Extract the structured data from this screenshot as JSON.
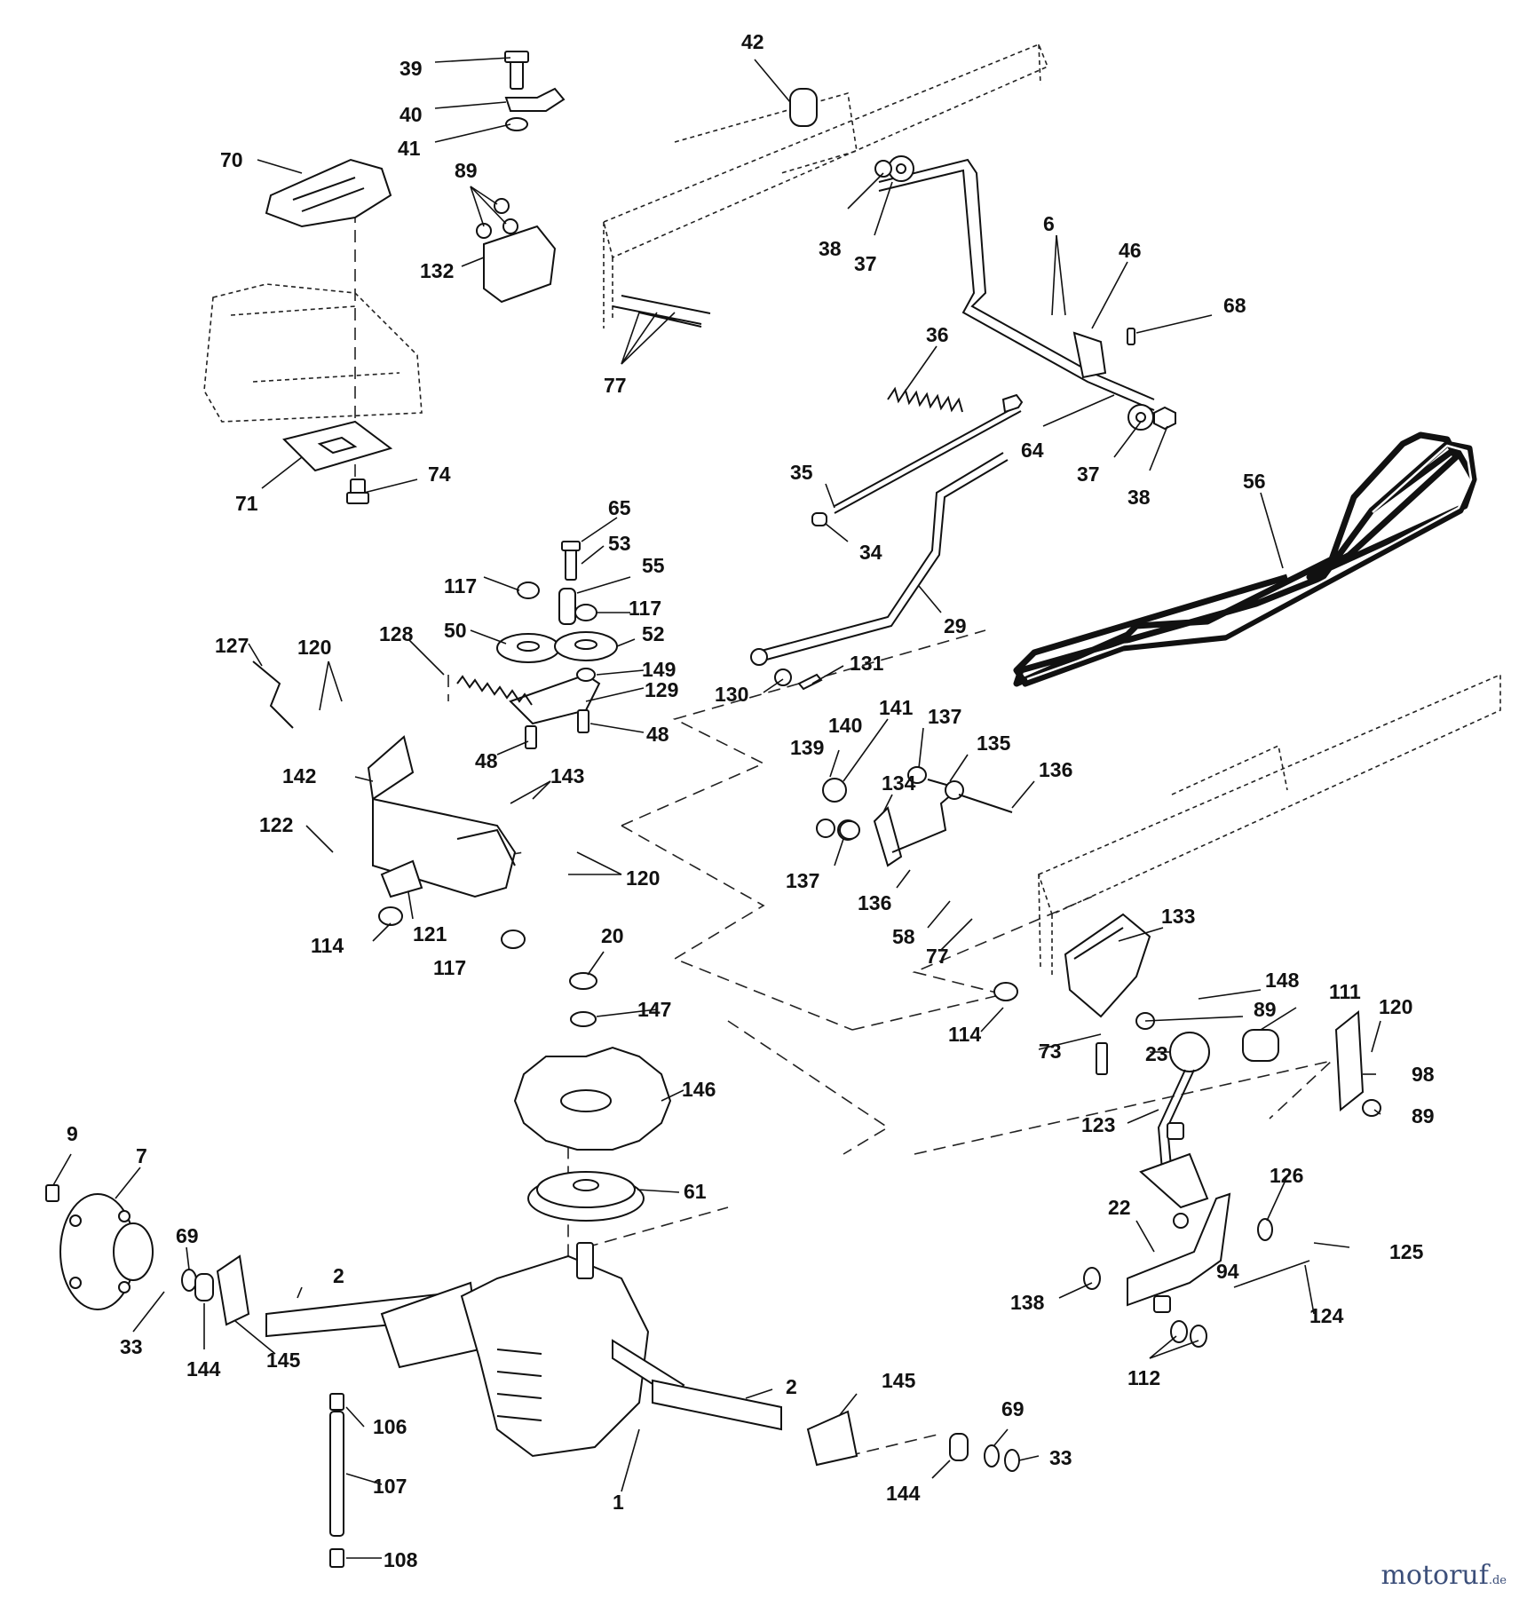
{
  "watermark": {
    "brand": "motoruf",
    "tld": ".de"
  },
  "labels": [
    {
      "id": "p42",
      "text": "42"
    },
    {
      "id": "p39",
      "text": "39"
    },
    {
      "id": "p40",
      "text": "40"
    },
    {
      "id": "p41",
      "text": "41"
    },
    {
      "id": "p70",
      "text": "70"
    },
    {
      "id": "p89a",
      "text": "89"
    },
    {
      "id": "p132",
      "text": "132"
    },
    {
      "id": "p77a",
      "text": "77"
    },
    {
      "id": "p38a",
      "text": "38"
    },
    {
      "id": "p37a",
      "text": "37"
    },
    {
      "id": "p6",
      "text": "6"
    },
    {
      "id": "p46",
      "text": "46"
    },
    {
      "id": "p68",
      "text": "68"
    },
    {
      "id": "p36",
      "text": "36"
    },
    {
      "id": "p64",
      "text": "64"
    },
    {
      "id": "p37b",
      "text": "37"
    },
    {
      "id": "p38b",
      "text": "38"
    },
    {
      "id": "p56",
      "text": "56"
    },
    {
      "id": "p35",
      "text": "35"
    },
    {
      "id": "p34",
      "text": "34"
    },
    {
      "id": "p29",
      "text": "29"
    },
    {
      "id": "p71",
      "text": "71"
    },
    {
      "id": "p74",
      "text": "74"
    },
    {
      "id": "p65",
      "text": "65"
    },
    {
      "id": "p53",
      "text": "53"
    },
    {
      "id": "p55",
      "text": "55"
    },
    {
      "id": "p117a",
      "text": "117"
    },
    {
      "id": "p117b",
      "text": "117"
    },
    {
      "id": "p50",
      "text": "50"
    },
    {
      "id": "p52",
      "text": "52"
    },
    {
      "id": "p127",
      "text": "127"
    },
    {
      "id": "p120a",
      "text": "120"
    },
    {
      "id": "p128",
      "text": "128"
    },
    {
      "id": "p149",
      "text": "149"
    },
    {
      "id": "p129",
      "text": "129"
    },
    {
      "id": "p48a",
      "text": "48"
    },
    {
      "id": "p48b",
      "text": "48"
    },
    {
      "id": "p142",
      "text": "142"
    },
    {
      "id": "p143",
      "text": "143"
    },
    {
      "id": "p122",
      "text": "122"
    },
    {
      "id": "p120b",
      "text": "120"
    },
    {
      "id": "p114a",
      "text": "114"
    },
    {
      "id": "p121",
      "text": "121"
    },
    {
      "id": "p117c",
      "text": "117"
    },
    {
      "id": "p130",
      "text": "130"
    },
    {
      "id": "p131",
      "text": "131"
    },
    {
      "id": "p141",
      "text": "141"
    },
    {
      "id": "p140",
      "text": "140"
    },
    {
      "id": "p139",
      "text": "139"
    },
    {
      "id": "p137a",
      "text": "137"
    },
    {
      "id": "p135",
      "text": "135"
    },
    {
      "id": "p134",
      "text": "134"
    },
    {
      "id": "p136a",
      "text": "136"
    },
    {
      "id": "p137b",
      "text": "137"
    },
    {
      "id": "p136b",
      "text": "136"
    },
    {
      "id": "p58",
      "text": "58"
    },
    {
      "id": "p77b",
      "text": "77"
    },
    {
      "id": "p133",
      "text": "133"
    },
    {
      "id": "p148",
      "text": "148"
    },
    {
      "id": "p111",
      "text": "111"
    },
    {
      "id": "p89b",
      "text": "89"
    },
    {
      "id": "p120c",
      "text": "120"
    },
    {
      "id": "p114b",
      "text": "114"
    },
    {
      "id": "p73",
      "text": "73"
    },
    {
      "id": "p23",
      "text": "23"
    },
    {
      "id": "p98",
      "text": "98"
    },
    {
      "id": "p89c",
      "text": "89"
    },
    {
      "id": "p20",
      "text": "20"
    },
    {
      "id": "p147",
      "text": "147"
    },
    {
      "id": "p146",
      "text": "146"
    },
    {
      "id": "p61",
      "text": "61"
    },
    {
      "id": "p123",
      "text": "123"
    },
    {
      "id": "p126",
      "text": "126"
    },
    {
      "id": "p22",
      "text": "22"
    },
    {
      "id": "p125",
      "text": "125"
    },
    {
      "id": "p94",
      "text": "94"
    },
    {
      "id": "p124",
      "text": "124"
    },
    {
      "id": "p138",
      "text": "138"
    },
    {
      "id": "p112",
      "text": "112"
    },
    {
      "id": "p9",
      "text": "9"
    },
    {
      "id": "p7",
      "text": "7"
    },
    {
      "id": "p69a",
      "text": "69"
    },
    {
      "id": "p2a",
      "text": "2"
    },
    {
      "id": "p33a",
      "text": "33"
    },
    {
      "id": "p144a",
      "text": "144"
    },
    {
      "id": "p145a",
      "text": "145"
    },
    {
      "id": "p2b",
      "text": "2"
    },
    {
      "id": "p145b",
      "text": "145"
    },
    {
      "id": "p69b",
      "text": "69"
    },
    {
      "id": "p33b",
      "text": "33"
    },
    {
      "id": "p106",
      "text": "106"
    },
    {
      "id": "p107",
      "text": "107"
    },
    {
      "id": "p1",
      "text": "1"
    },
    {
      "id": "p144b",
      "text": "144"
    },
    {
      "id": "p108",
      "text": "108"
    }
  ]
}
